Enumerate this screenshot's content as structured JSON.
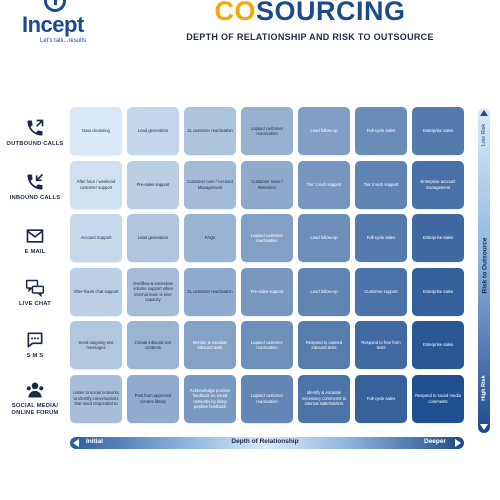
{
  "logo": {
    "word": "Incept",
    "tagline": "Let's talk...results"
  },
  "title": {
    "part1": "CO",
    "part2": "SOURCING"
  },
  "subtitle": "DEPTH OF RELATIONSHIP AND RISK TO OUTSOURCE",
  "rows": [
    {
      "label": "OUTBOUND CALLS",
      "icon": "outbound-phone-icon",
      "cells": [
        "Data cleansing",
        "Lead generation",
        "3L customer reactivation",
        "Lapsed customer reactivation",
        "Lead follow-up",
        "Full-cycle sales",
        "Enterprise sales"
      ]
    },
    {
      "label": "INBOUND CALLS",
      "icon": "inbound-phone-icon",
      "cells": [
        "After hour / weekend customer support",
        "Pre-sales support",
        "Customer care / Account Management",
        "Customer Save / Retention",
        "Tier 1 tech support",
        "Tier 2 tech support",
        "Enterprise account management"
      ]
    },
    {
      "label": "E MAIL",
      "icon": "envelope-icon",
      "cells": [
        "Account Support",
        "Lead generation",
        "FAQs",
        "Lapsed customer reactivation",
        "Lead follow-up",
        "Full-cycle sales",
        "Enterprise sales"
      ]
    },
    {
      "label": "LIVE CHAT",
      "icon": "chat-bubbles-icon",
      "cells": [
        "After-hours chat support",
        "Overflow & excessive volume support when internal team is over capacity",
        "3L customer reactivation",
        "Pre-sales support",
        "Lead follow-up",
        "Customer support",
        "Enterprise sales"
      ]
    },
    {
      "label": "S M S",
      "icon": "sms-bubble-icon",
      "cells": [
        "Send outgoing text messages",
        "Create inbound text contents",
        "Monitor & escalate inbound texts",
        "Lapsed customer reactivation",
        "Respond to canned inbound texts",
        "Respond to free form texts",
        "Enterprise sales"
      ]
    },
    {
      "label": "SOCIAL MEDIA/ ONLINE FORUM",
      "icon": "people-group-icon",
      "cells": [
        "Listen to social networks to identify conversations that need responded to",
        "Post from approved content library",
        "Acknowledge positive feedback on social networks by liking positive feedback",
        "Lapsed customer reactivation",
        "Identify & escalate necessary comments to internal stakeholders",
        "Full-cycle sales",
        "Respond to social media comments"
      ]
    }
  ],
  "risk_axis": {
    "low": "Low Risk",
    "label": "Risk to Outsource",
    "high": "High Risk"
  },
  "depth_axis": {
    "initial": "Initial",
    "label": "Depth of Relationship",
    "deeper": "Deeper"
  },
  "colors": {
    "brand_blue": "#1d4a8a",
    "brand_gold": "#f2a900",
    "lightest": "#dbe9f6",
    "darkest": "#1f4f8f"
  }
}
